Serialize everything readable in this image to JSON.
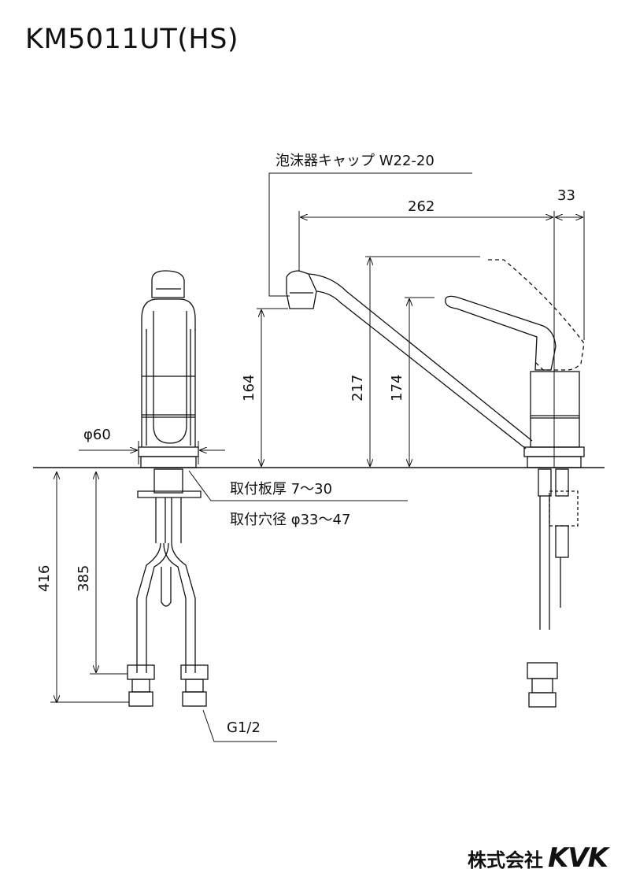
{
  "title": "KM5011UT(HS)",
  "labels": {
    "aerator": "泡沫器キャップ W22-20",
    "spout_length": "262",
    "handle_offset": "33",
    "height_164": "164",
    "height_217": "217",
    "height_174": "174",
    "base_dia": "φ60",
    "deck_thickness": "取付板厚 7〜30",
    "mount_hole": "取付穴径 φ33〜47",
    "hose_416": "416",
    "hose_385": "385",
    "connector": "G1/2"
  },
  "logo": {
    "company": "株式会社",
    "brand": "KVK"
  }
}
